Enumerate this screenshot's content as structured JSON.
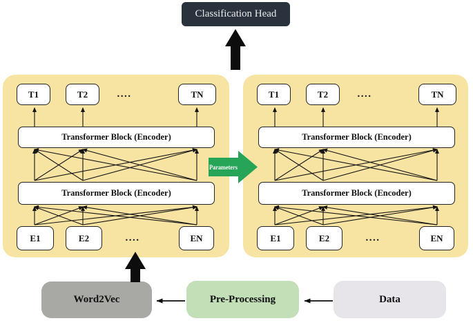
{
  "classification_head": {
    "label": "Classification Head"
  },
  "parameters_arrow": {
    "label": "Parameters"
  },
  "encoder_panels": [
    {
      "t_labels": [
        "T1",
        "T2",
        "....",
        "TN"
      ],
      "block_labels": [
        "Transformer Block (Encoder)",
        "Transformer Block (Encoder)"
      ],
      "e_labels": [
        "E1",
        "E2",
        "....",
        "EN"
      ]
    },
    {
      "t_labels": [
        "T1",
        "T2",
        "....",
        "TN"
      ],
      "block_labels": [
        "Transformer Block (Encoder)",
        "Transformer Block (Encoder)"
      ],
      "e_labels": [
        "E1",
        "E2",
        "....",
        "EN"
      ]
    }
  ],
  "pipeline": {
    "word2vec_label": "Word2Vec",
    "preprocessing_label": "Pre-Processing",
    "data_label": "Data"
  },
  "colors": {
    "panel_bg": "#f7e3a2",
    "box_border": "#222222",
    "classification_head_bg": "#2a333d",
    "classification_head_text": "#e8eaec",
    "parameters_green": "#26a458",
    "word2vec_bg": "#a8a8a5",
    "preprocessing_bg": "#c2dfb8",
    "data_bg": "#e7e4ea",
    "arrow_black": "#0d0d0d"
  }
}
